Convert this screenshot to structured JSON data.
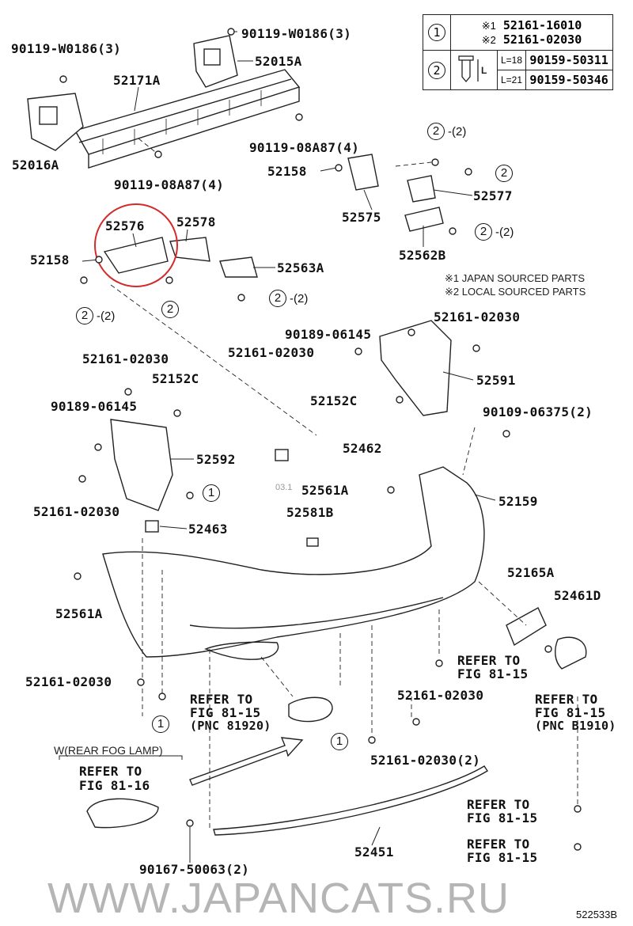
{
  "key_table": {
    "row1_marker": "1",
    "row1_line1_mark": "※1",
    "row1_line1": "52161-16010",
    "row1_line2_mark": "※2",
    "row1_line2": "52161-02030",
    "row2_marker": "2",
    "row2_dim": "L",
    "row2_a_len": "L=18",
    "row2_a_part": "90159-50311",
    "row2_b_len": "L=21",
    "row2_b_part": "90159-50346"
  },
  "notes": {
    "japan": "※1  JAPAN SOURCED PARTS",
    "local": "※2  LOCAL SOURCED PARTS"
  },
  "watermark": "WWW.JAPANCATS.RU",
  "stamp": "03.1",
  "figure_id": "522533B",
  "labels": [
    "90119-W0186(3)",
    "90119-W0186(3)",
    "52015A",
    "52171A",
    "52016A",
    "90119-08A87(4)",
    "90119-08A87(4)",
    "52158",
    "52577",
    "52575",
    "52562B",
    "52576",
    "52578",
    "52158",
    "52563A",
    "90189-06145",
    "52161-02030",
    "52161-02030",
    "52591",
    "52161-02030",
    "52152C",
    "52152C",
    "90189-06145",
    "90109-06375(2)",
    "52462",
    "52592",
    "52561A",
    "52159",
    "52161-02030",
    "52463",
    "52581B",
    "52165A",
    "52461D",
    "52561A",
    "REFER TO",
    "FIG 81-15",
    "52161-02030",
    "52161-02030",
    "REFER TO",
    "FIG 81-15",
    "(PNC 81920)",
    "REFER TO",
    "FIG 81-15",
    "(PNC B1910)",
    "52161-02030(2)",
    "REFER TO",
    "FIG 81-16",
    "REFER TO",
    "FIG 81-15",
    "REFER TO",
    "FIG 81-15",
    "90167-50063(2)",
    "52451"
  ],
  "group_label": "W(REAR FOG LAMP)",
  "callouts": [
    {
      "num": "2",
      "qty": "-(2)"
    },
    {
      "num": "2",
      "qty": ""
    },
    {
      "num": "2",
      "qty": "-(2)"
    },
    {
      "num": "2",
      "qty": "-(2)"
    },
    {
      "num": "2",
      "qty": ""
    },
    {
      "num": "2",
      "qty": "-(2)"
    },
    {
      "num": "1",
      "qty": ""
    },
    {
      "num": "1",
      "qty": ""
    },
    {
      "num": "1",
      "qty": ""
    }
  ],
  "highlight_color": "#d22b2b"
}
